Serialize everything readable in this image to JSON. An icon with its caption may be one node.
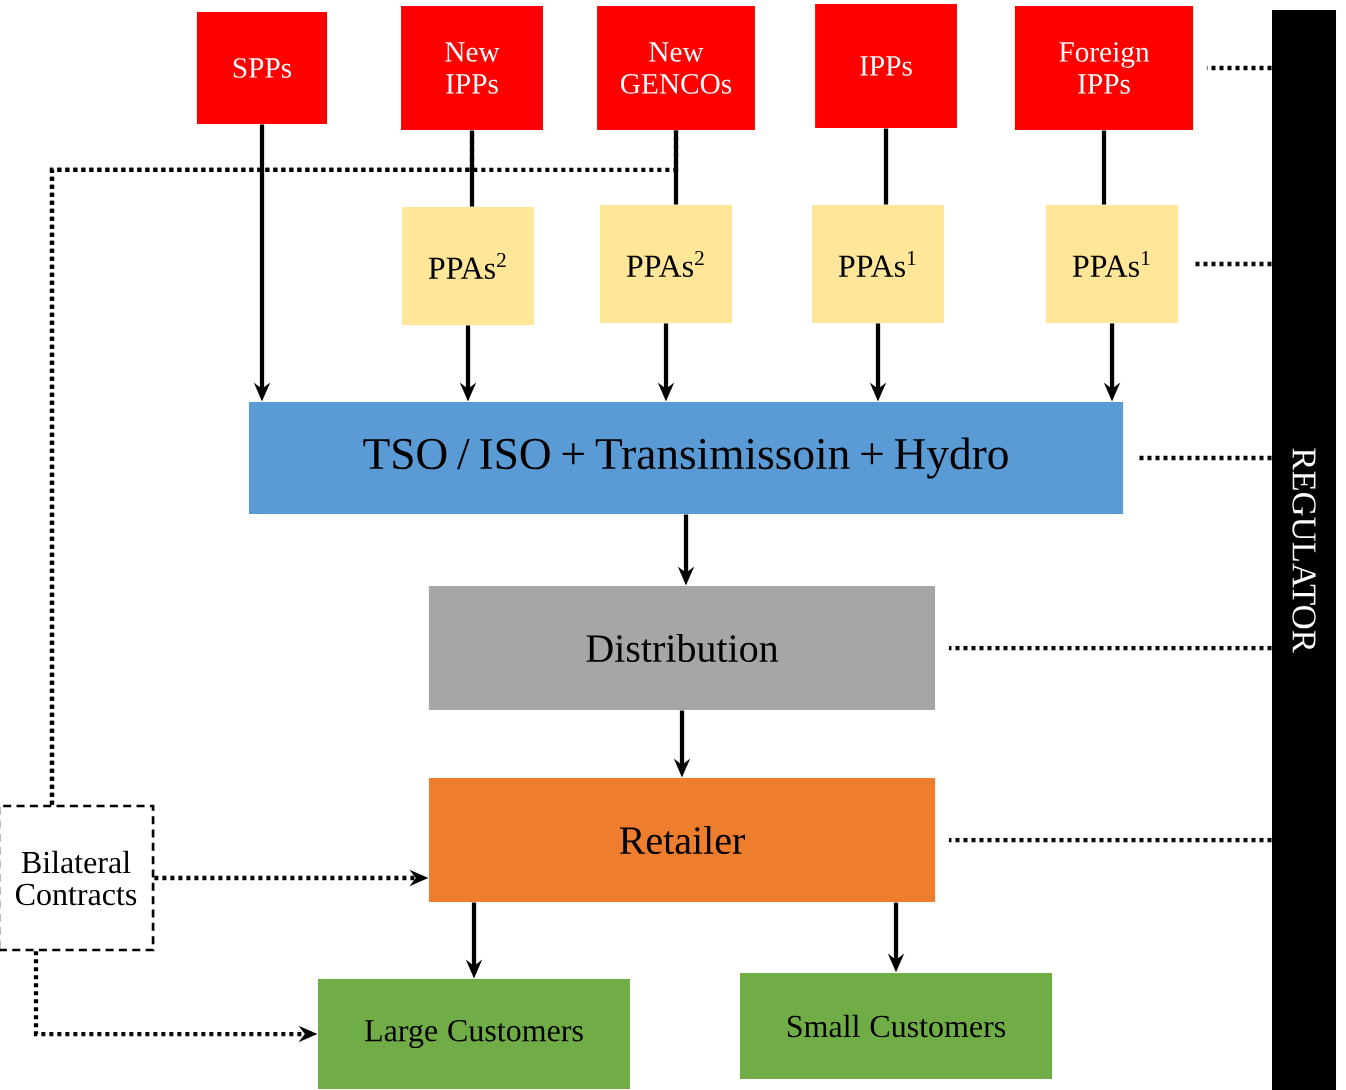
{
  "diagram": {
    "nodes": [
      {
        "text": [
          "SPPs"
        ]
      },
      {
        "text": [
          "New IPPs"
        ]
      },
      {
        "text": [
          "New GENCOs"
        ]
      },
      {
        "text": [
          "IPPs"
        ]
      },
      {
        "text": [
          "Foreign IPPs"
        ]
      },
      {
        "text": [
          "PPAs$^{2}$"
        ]
      },
      {
        "text": [
          "PPAs$^{2}$"
        ]
      },
      {
        "text": [
          "PPAs$^{1}$"
        ]
      },
      {
        "text": [
          "PPAs$^{1}$"
        ]
      },
      {
        "text": [
          "TSO / ISO + Transimissoin + Hydro"
        ]
      },
      {
        "text": [
          "Distribution"
        ]
      },
      {
        "text": [
          "Retailer"
        ]
      },
      {
        "text": [
          "Large Customers"
        ]
      },
      {
        "text": [
          "Small Customers"
        ]
      },
      {
        "text": [
          "Bilateral Contracts"
        ]
      },
      {
        "text": [
          "REGULATOR"
        ]
      }
    ],
    "edges": [
      {
        "from": 0,
        "to": 9,
        "arrow": "to"
      },
      {
        "from": 1,
        "to": 5,
        "arrow": "none"
      },
      {
        "from": 5,
        "to": 9,
        "arrow": "to"
      },
      {
        "from": 2,
        "to": 6,
        "arrow": "none"
      },
      {
        "from": 6,
        "to": 9,
        "arrow": "to"
      },
      {
        "from": 3,
        "to": 7,
        "arrow": "none"
      },
      {
        "from": 7,
        "to": 9,
        "arrow": "to"
      },
      {
        "from": 4,
        "to": 8,
        "arrow": "none"
      },
      {
        "from": 8,
        "to": 9,
        "arrow": "to"
      },
      {
        "from": 9,
        "to": 10,
        "arrow": "to"
      },
      {
        "from": 10,
        "to": 11,
        "arrow": "to"
      },
      {
        "from": 11,
        "to": 12,
        "arrow": "to"
      },
      {
        "from": 11,
        "to": 13,
        "arrow": "to"
      },
      {
        "from": 14,
        "to": 11,
        "arrow": "to",
        "style": "dashed"
      },
      {
        "from": 14,
        "to": 12,
        "arrow": "to",
        "style": "dashed"
      },
      {
        "from": 14,
        "to": 1,
        "arrow": "none",
        "style": "dashed"
      },
      {
        "from": 14,
        "to": 2,
        "arrow": "none",
        "style": "dashed"
      },
      {
        "from": 15,
        "to": 4,
        "arrow": "none",
        "style": "dashed"
      },
      {
        "from": 15,
        "to": 8,
        "arrow": "none",
        "style": "dashed"
      },
      {
        "from": 15,
        "to": 9,
        "arrow": "none",
        "style": "dashed"
      },
      {
        "from": 15,
        "to": 10,
        "arrow": "none",
        "style": "dashed"
      },
      {
        "from": 15,
        "to": 11,
        "arrow": "none",
        "style": "dashed"
      }
    ]
  }
}
